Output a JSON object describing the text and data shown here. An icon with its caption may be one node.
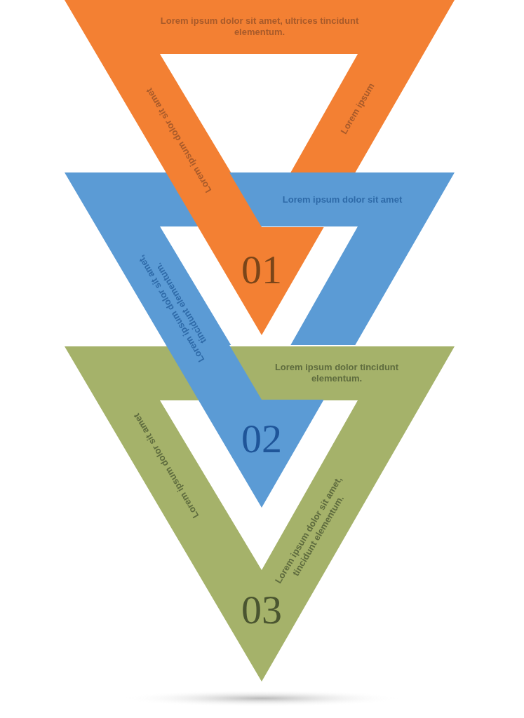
{
  "diagram": {
    "nodes": [
      {
        "text": [
          "Lorem ipsum dolor sit amet, ultrices tincidunt elementum.",
          "Lorem ipsum dolor sit amet",
          "Lorem ipsum",
          "01"
        ]
      },
      {
        "text": [
          "Lorem ipsum dolor sit amet",
          "Lorem ipsum dolor sit amet, tincidunt elementum.",
          "02"
        ]
      },
      {
        "text": [
          "Lorem ipsum dolor tincidunt elementum.",
          "Lorem ipsum dolor sit amet",
          "Lorem ipsum dolor sit amet, tincidunt elementum.",
          "03"
        ]
      }
    ]
  }
}
